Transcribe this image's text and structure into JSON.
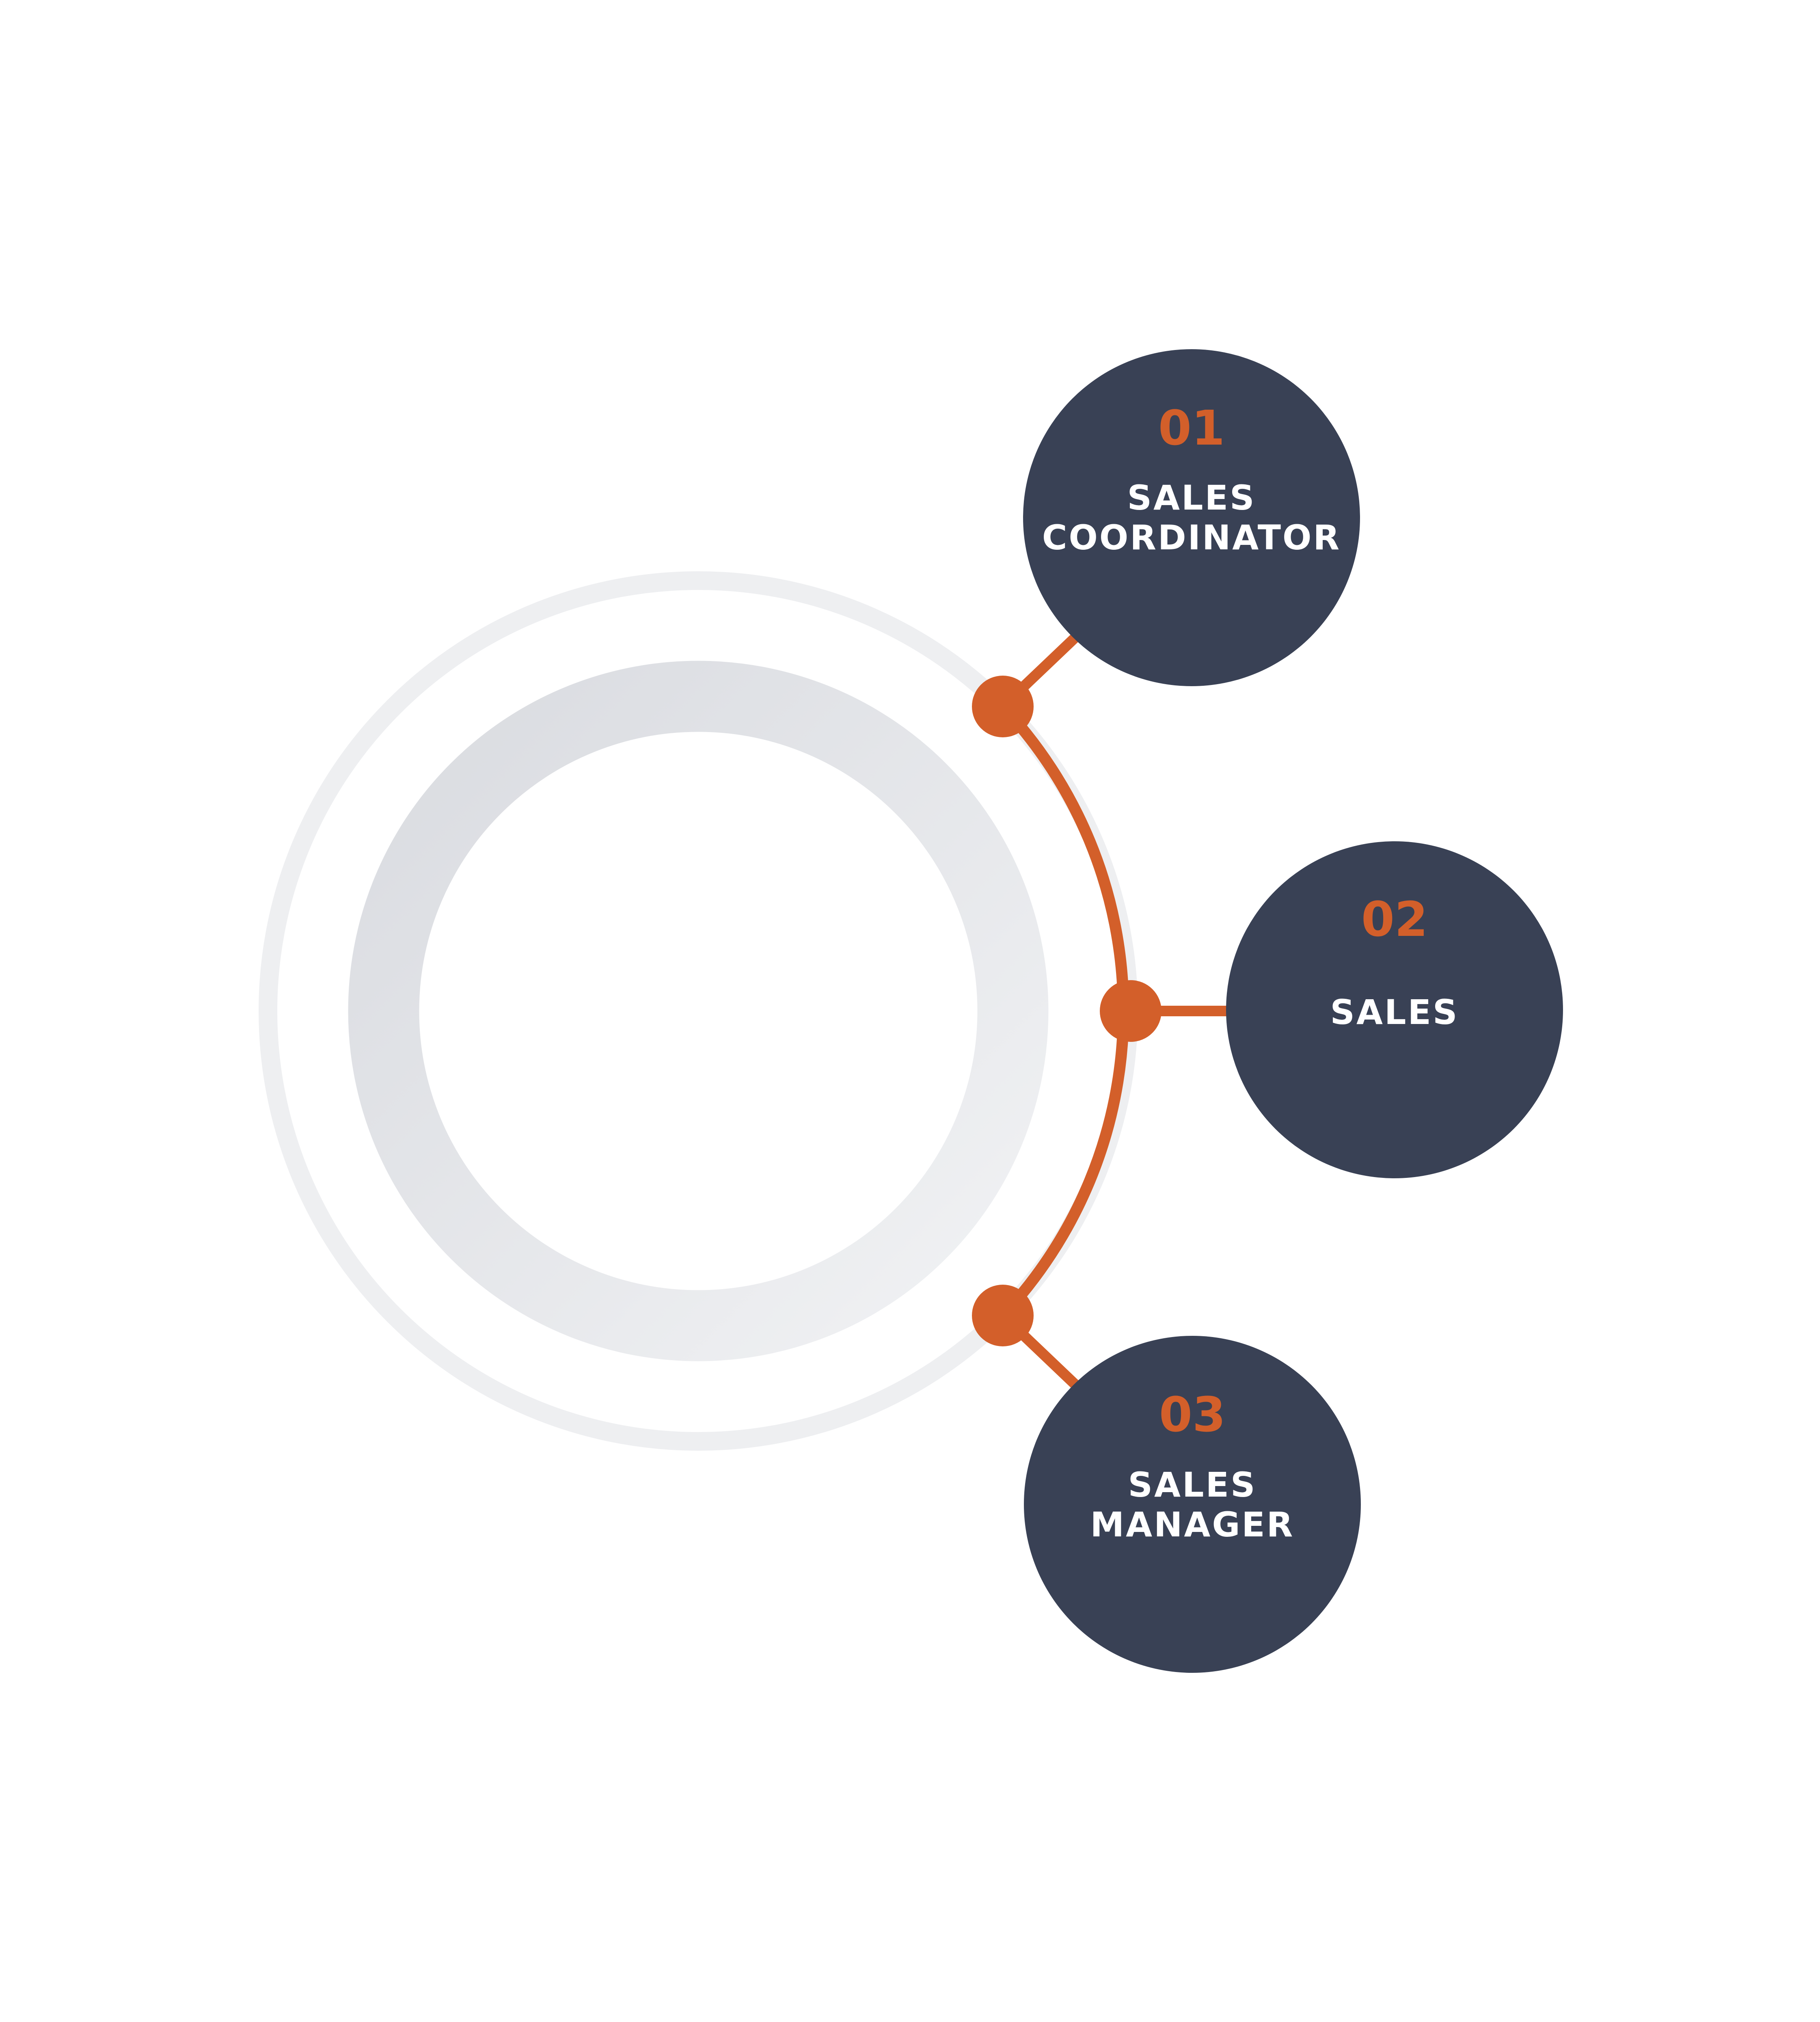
{
  "colors": {
    "background": "#ffffff",
    "node_fill": "#394155",
    "accent": "#d35f2a",
    "number_text": "#d35f2a",
    "label_text": "#ffffff",
    "outer_ring": "#eeeff1",
    "inner_ring_dark": "#d9dbe0",
    "inner_ring_light": "#f1f2f4"
  },
  "steps": [
    {
      "number": "01",
      "label_lines": [
        "SALES",
        "COORDINATOR"
      ]
    },
    {
      "number": "02",
      "label_lines": [
        "SALES"
      ]
    },
    {
      "number": "03",
      "label_lines": [
        "SALES",
        "MANAGER"
      ]
    }
  ]
}
